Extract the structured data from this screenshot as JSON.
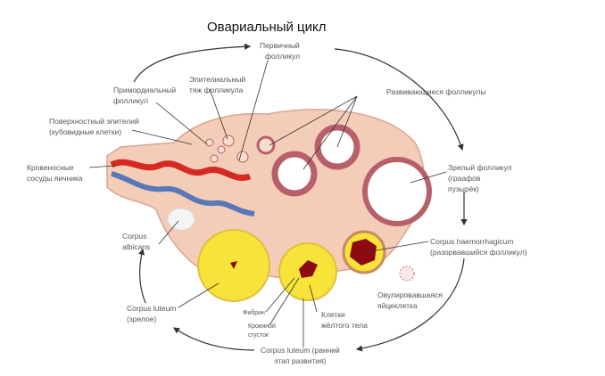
{
  "title": "Овариальный цикл",
  "labels": {
    "primary_follicle": [
      "Первичный",
      "фолликул"
    ],
    "primordial_follicle": [
      "Примордиальный",
      "фолликул"
    ],
    "epithelial_cord": [
      "Эпителиальный",
      "тяж фолликула"
    ],
    "developing_follicles": [
      "Развивающиеся фолликулы"
    ],
    "surface_epithelium": [
      "Поверхностный эпителий",
      "(кубовидные клетки)"
    ],
    "blood_vessels": [
      "Кровеносные",
      "сосуды яичника"
    ],
    "mature_follicle": [
      "Зрелый фолликул",
      "(граафов",
      "пузырёк)"
    ],
    "corpus_albicans": [
      "Corpus",
      "albicans"
    ],
    "corpus_haemorrhagicum": [
      "Corpus haemorrhagicum",
      "(разорвавшийся фолликул)"
    ],
    "ovulated_oocyte": [
      "Овулировавшаяся",
      "яйцеклетка"
    ],
    "corpus_luteum_mature": [
      "Corpus luteum",
      "(зрелое)"
    ],
    "fibrin": [
      "Фибрин"
    ],
    "blood_clot": [
      "Кровяной",
      "сгусток"
    ],
    "luteal_cells": [
      "Клетки",
      "жёлтого тела"
    ],
    "corpus_luteum_early": [
      "Corpus luteum (ранний",
      "этап развития)"
    ]
  },
  "colors": {
    "stroma": "#f3cdb8",
    "follicle": "#b8606a",
    "luteum": "#f7e33a",
    "blood": "#8e0a12",
    "artery": "#d42a22",
    "vein": "#5a78b8"
  }
}
